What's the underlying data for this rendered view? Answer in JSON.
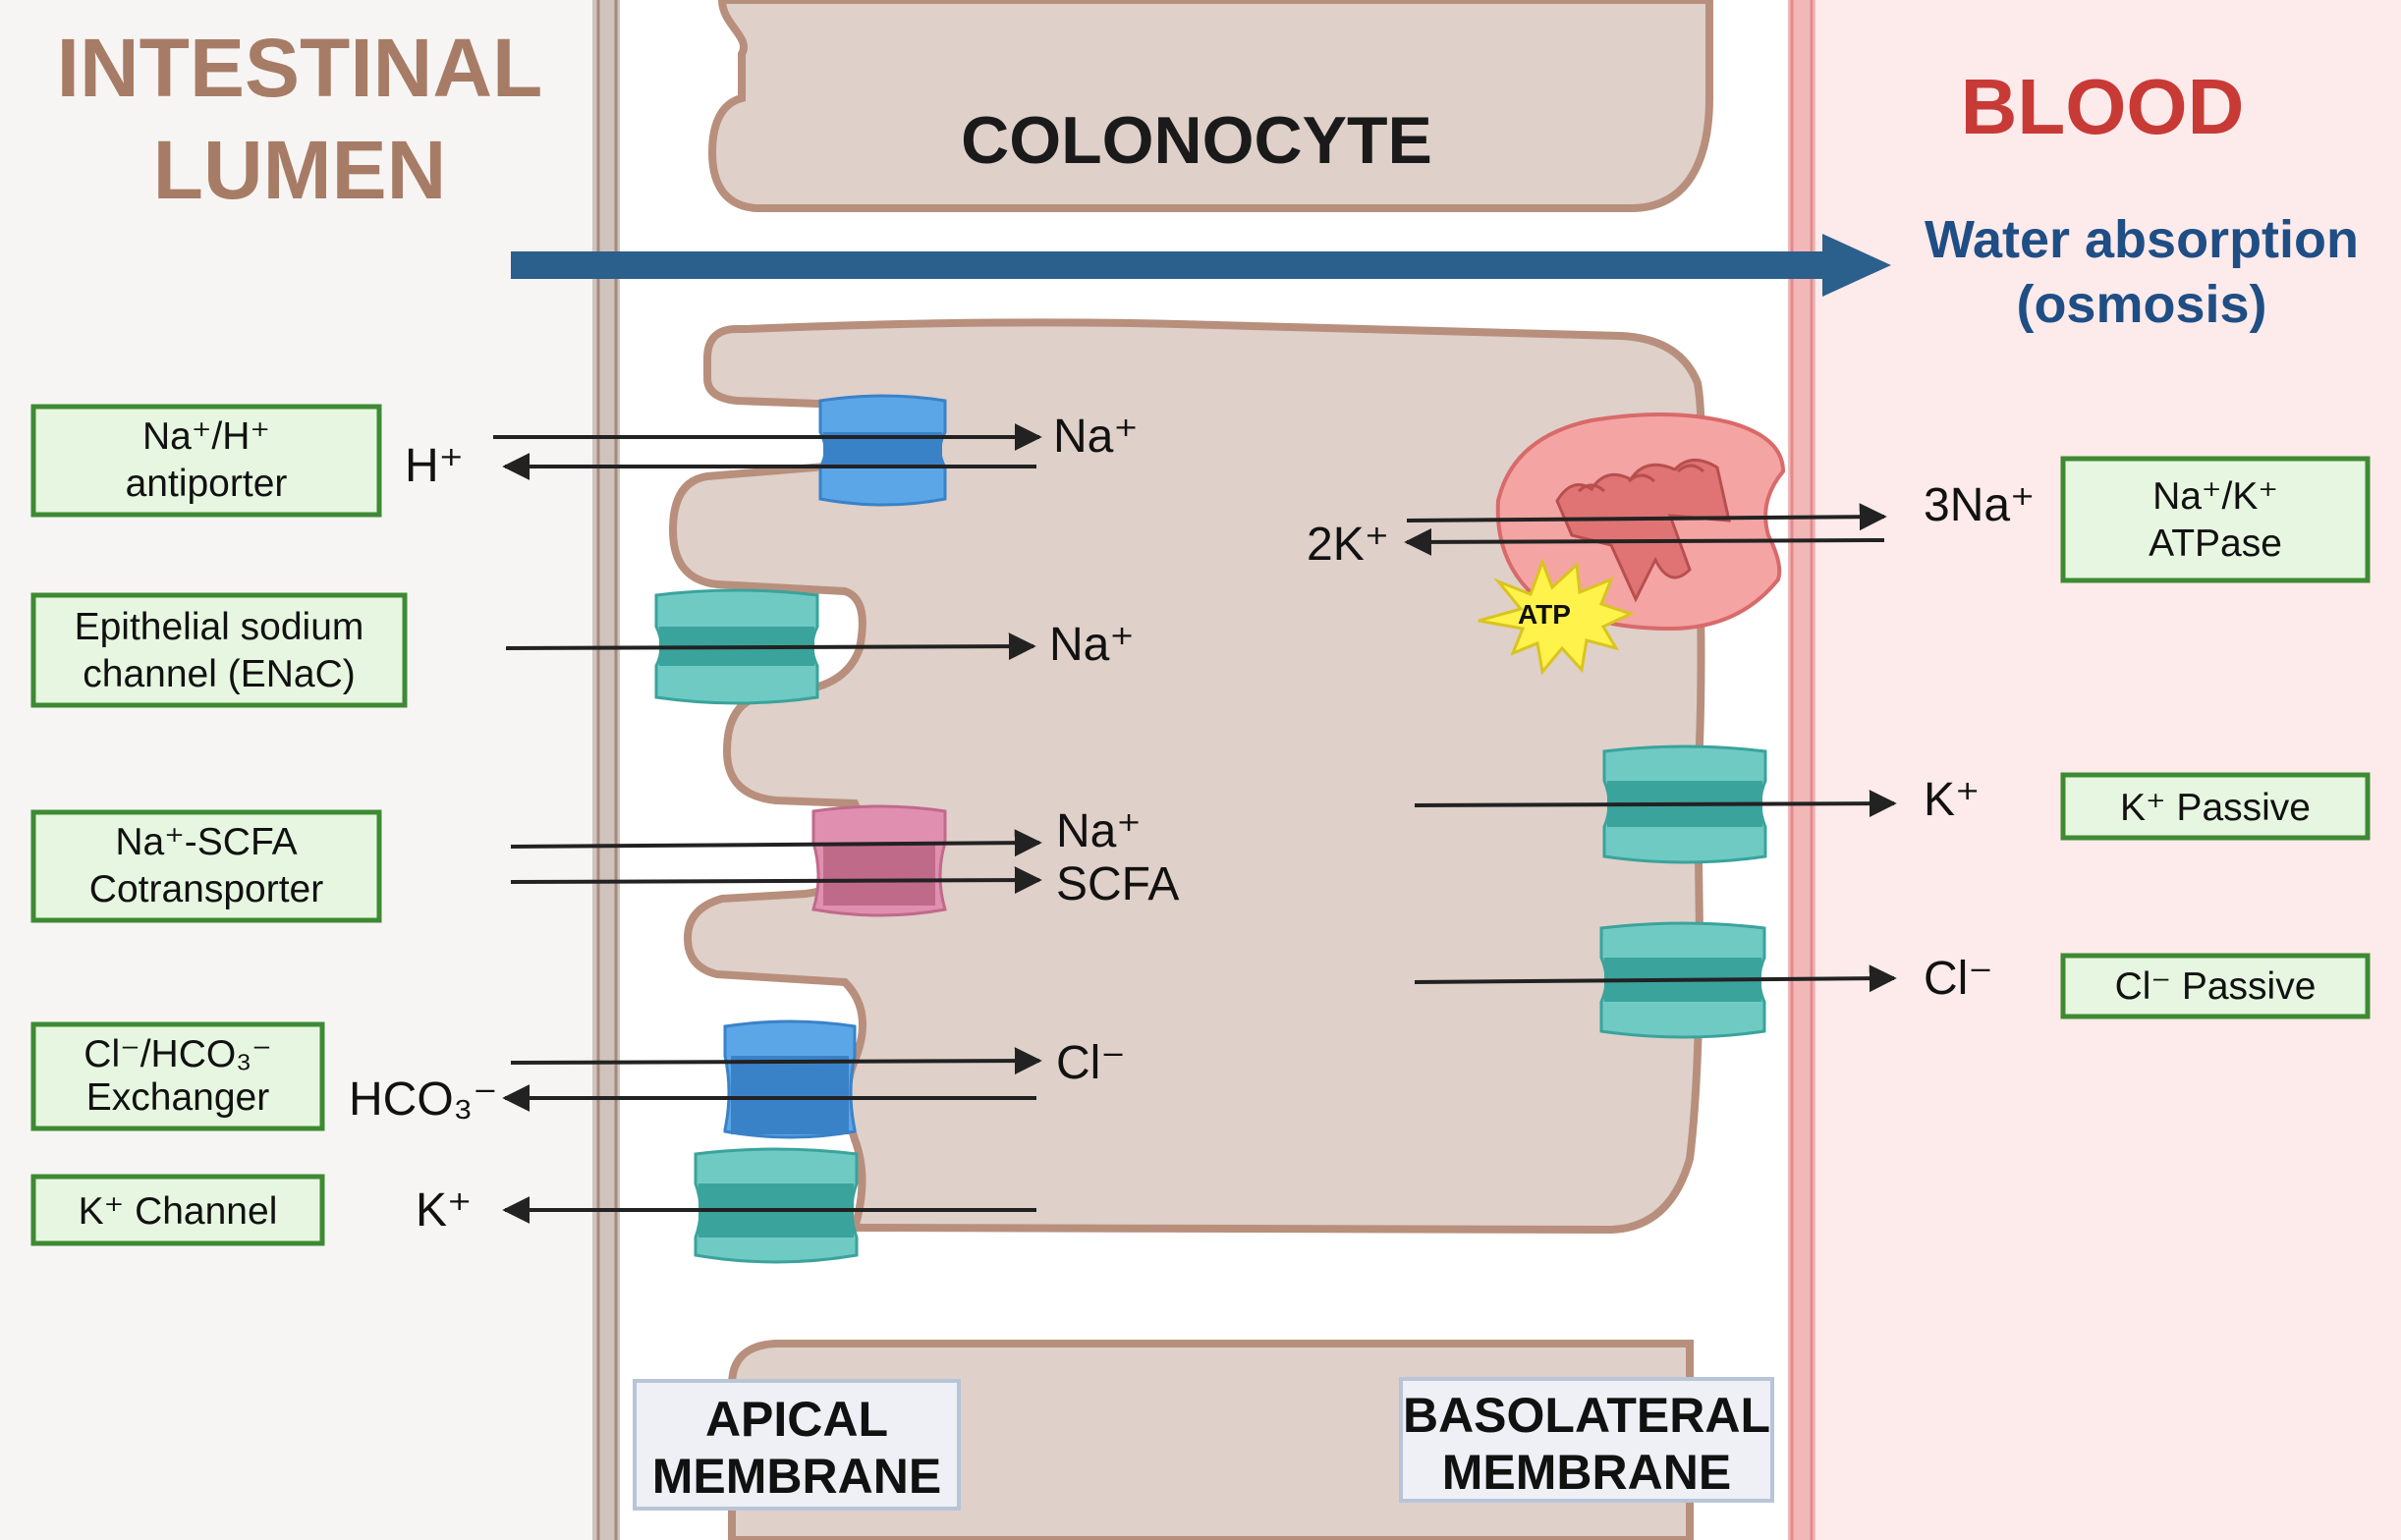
{
  "regions": {
    "lumen_title_1": "INTESTINAL",
    "lumen_title_2": "LUMEN",
    "cell_title": "COLONOCYTE",
    "blood_title": "BLOOD",
    "water_1": "Water absorption",
    "water_2": "(osmosis)",
    "apical_1": "APICAL",
    "apical_2": "MEMBRANE",
    "baso_1": "BASOLATERAL",
    "baso_2": "MEMBRANE"
  },
  "transporters": {
    "nhe": [
      "Na⁺/H⁺",
      "antiporter"
    ],
    "enac": [
      "Epithelial sodium",
      "channel (ENaC)"
    ],
    "smct": [
      "Na⁺-SCFA",
      "Cotransporter"
    ],
    "exch": [
      "Cl⁻/HCO₃⁻",
      "Exchanger"
    ],
    "kch": [
      "K⁺ Channel"
    ],
    "nak": [
      "Na⁺/K⁺",
      "ATPase"
    ],
    "kpass": [
      "K⁺ Passive"
    ],
    "clpass": [
      "Cl⁻ Passive"
    ]
  },
  "ions": {
    "h": "H⁺",
    "na1": "Na⁺",
    "na2": "Na⁺",
    "na3": "Na⁺",
    "scfa": "SCFA",
    "cl1": "Cl⁻",
    "hco3": "HCO₃⁻",
    "k1": "K⁺",
    "k2": "2K⁺",
    "na4": "3Na⁺",
    "k3": "K⁺",
    "cl2": "Cl⁻",
    "atp": "ATP"
  },
  "colors": {
    "lumen_bg": "#f7f5f4",
    "blood_bg": "#fdeaea",
    "cell_fill": "#dfd0c9",
    "cell_stroke": "#b88f7c",
    "lumen_title": "#a77c66",
    "blood_title": "#c83a36",
    "water": "#1f4e85",
    "flow_arrow": "#2b5f8c",
    "label_fill": "#e7f6e0",
    "label_stroke": "#3e8a33",
    "teal": "#6fcac4",
    "teal_dark": "#3aa39c",
    "blue": "#5aa6e6",
    "blue_dark": "#3a82c8",
    "pink": "#e08fb0",
    "pink_dark": "#c06a8a",
    "pump": "#f5a4a4",
    "pump_dark": "#e07474",
    "atp": "#fff24a"
  }
}
